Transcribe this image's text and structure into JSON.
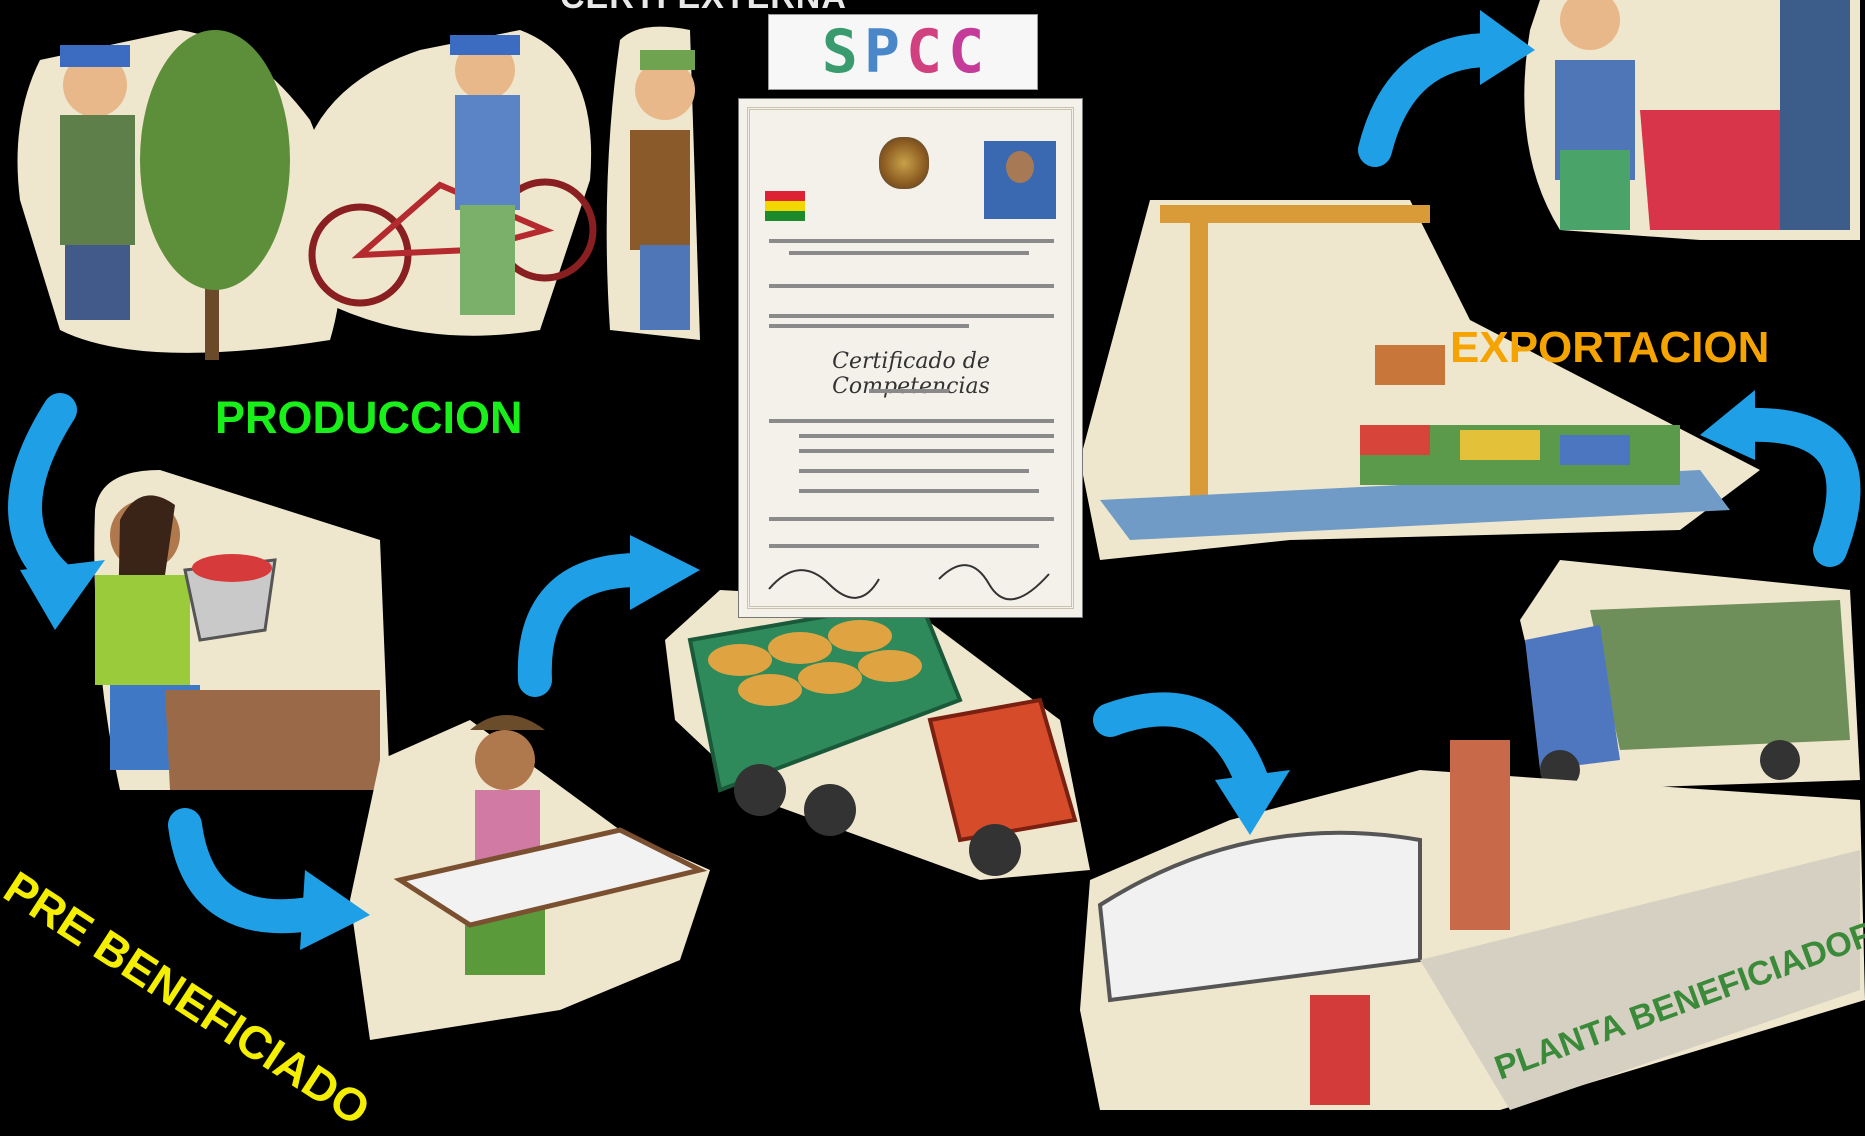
{
  "labels": {
    "top_cut": "CERTI EXTERNA",
    "produccion": "PRODUCCION",
    "pre_beneficiado": "PRE BENEFICIADO",
    "exportacion": "EXPORTACION"
  },
  "logo": {
    "letters": [
      "S",
      "P",
      "C",
      "C"
    ],
    "colors": [
      "#3a9b6f",
      "#4a87c9",
      "#d1417f",
      "#c43b9a"
    ]
  },
  "certificate": {
    "title": "Certificado de Competencias"
  },
  "colors": {
    "arrow": "#1e9fe6",
    "produccion": "#19f019",
    "pre_beneficiado": "#f4ee00",
    "exportacion": "#f5a300",
    "background": "#000000"
  }
}
